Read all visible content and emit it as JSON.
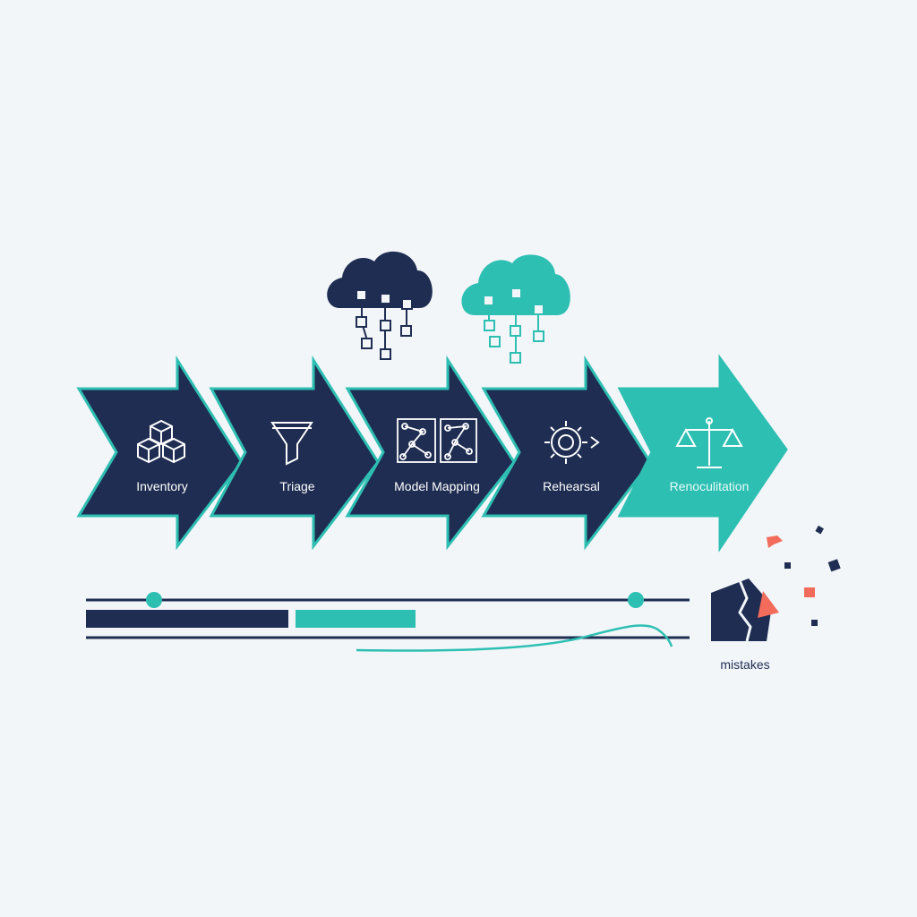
{
  "colors": {
    "navy": "#1f2d52",
    "teal": "#2ebfb3",
    "background": "#f2f6f9",
    "accent_red": "#f26b5b",
    "label_light": "#ffffff",
    "label_on_teal": "#e8fbf8"
  },
  "clouds": [
    {
      "icon": "cloud-network-icon",
      "color": "navy"
    },
    {
      "icon": "cloud-network-icon",
      "color": "teal"
    }
  ],
  "steps": [
    {
      "label": "Inventory",
      "icon": "cubes-icon",
      "fill": "navy"
    },
    {
      "label": "Triage",
      "icon": "funnel-icon",
      "fill": "navy"
    },
    {
      "label": "Model Mapping",
      "icon": "node-map-icon",
      "fill": "navy"
    },
    {
      "label": "Rehearsal",
      "icon": "gear-icon",
      "fill": "navy"
    },
    {
      "label": "Renoculitation",
      "icon": "scales-icon",
      "fill": "teal"
    }
  ],
  "timeline": {
    "track_count": 3,
    "progress_navy_fraction": 0.34,
    "progress_teal_fraction": 0.2
  },
  "mistakes": {
    "label": "mistakes",
    "icon": "broken-block-icon"
  }
}
